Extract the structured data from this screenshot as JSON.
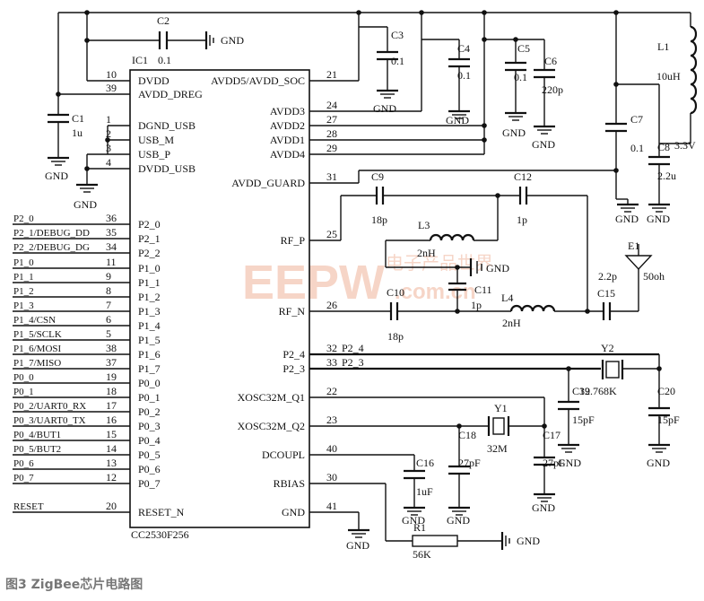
{
  "caption": "图3   ZigBee芯片电路图",
  "chip": {
    "ref": "IC1",
    "part": "CC2530F256",
    "left_pins": [
      {
        "num": "10",
        "name": "DVDD"
      },
      {
        "num": "39",
        "name": "AVDD_DREG"
      },
      {
        "num": "1",
        "name": "DGND_USB"
      },
      {
        "num": "2",
        "name": "USB_M"
      },
      {
        "num": "3",
        "name": "USB_P"
      },
      {
        "num": "4",
        "name": "DVDD_USB"
      },
      {
        "num": "36",
        "name": "P2_0",
        "net": "P2_0"
      },
      {
        "num": "35",
        "name": "P2_1",
        "net": "P2_1/DEBUG_DD"
      },
      {
        "num": "34",
        "name": "P2_2",
        "net": "P2_2/DEBUG_DG"
      },
      {
        "num": "11",
        "name": "P1_0",
        "net": "P1_0"
      },
      {
        "num": "9",
        "name": "P1_1",
        "net": "P1_1"
      },
      {
        "num": "8",
        "name": "P1_2",
        "net": "P1_2"
      },
      {
        "num": "7",
        "name": "P1_3",
        "net": "P1_3"
      },
      {
        "num": "6",
        "name": "P1_4",
        "net": "P1_4/CSN"
      },
      {
        "num": "5",
        "name": "P1_5",
        "net": "P1_5/SCLK"
      },
      {
        "num": "38",
        "name": "P1_6",
        "net": "P1_6/MOSI"
      },
      {
        "num": "37",
        "name": "P1_7",
        "net": "P1_7/MISO"
      },
      {
        "num": "19",
        "name": "P0_0",
        "net": "P0_0"
      },
      {
        "num": "18",
        "name": "P0_1",
        "net": "P0_1"
      },
      {
        "num": "17",
        "name": "P0_2",
        "net": "P0_2/UART0_RX"
      },
      {
        "num": "16",
        "name": "P0_3",
        "net": "P0_3/UART0_TX"
      },
      {
        "num": "15",
        "name": "P0_4",
        "net": "P0_4/BUT1"
      },
      {
        "num": "14",
        "name": "P0_5",
        "net": "P0_5/BUT2"
      },
      {
        "num": "13",
        "name": "P0_6",
        "net": "P0_6"
      },
      {
        "num": "12",
        "name": "P0_7",
        "net": "P0_7"
      },
      {
        "num": "20",
        "name": "RESET_N",
        "net": "RESET"
      }
    ],
    "right_pins": [
      {
        "num": "21",
        "name": "AVDD5/AVDD_SOC"
      },
      {
        "num": "24",
        "name": "AVDD3"
      },
      {
        "num": "27",
        "name": "AVDD2"
      },
      {
        "num": "28",
        "name": "AVDD1"
      },
      {
        "num": "29",
        "name": "AVDD4"
      },
      {
        "num": "31",
        "name": "AVDD_GUARD"
      },
      {
        "num": "25",
        "name": "RF_P"
      },
      {
        "num": "26",
        "name": "RF_N"
      },
      {
        "num": "32",
        "name": "P2_4",
        "net": "P2_4"
      },
      {
        "num": "33",
        "name": "P2_3",
        "net": "P2_3"
      },
      {
        "num": "22",
        "name": "XOSC32M_Q1"
      },
      {
        "num": "23",
        "name": "XOSC32M_Q2"
      },
      {
        "num": "40",
        "name": "DCOUPL"
      },
      {
        "num": "30",
        "name": "RBIAS"
      },
      {
        "num": "41",
        "name": "GND"
      }
    ]
  },
  "components": [
    {
      "ref": "C2",
      "value": "0.1"
    },
    {
      "ref": "C1",
      "value": "1u"
    },
    {
      "ref": "C3",
      "value": "0.1"
    },
    {
      "ref": "C4",
      "value": "0.1"
    },
    {
      "ref": "C5",
      "value": "0.1"
    },
    {
      "ref": "C6",
      "value": "220p"
    },
    {
      "ref": "L1",
      "value": "10uH"
    },
    {
      "ref": "C7",
      "value": "0.1"
    },
    {
      "ref": "C8",
      "value": "2.2u"
    },
    {
      "ref": "C9",
      "value": "18p"
    },
    {
      "ref": "C12",
      "value": "1p"
    },
    {
      "ref": "L3",
      "value": "2nH"
    },
    {
      "ref": "C11",
      "value": "1p"
    },
    {
      "ref": "C10",
      "value": "18p"
    },
    {
      "ref": "L4",
      "value": "2nH"
    },
    {
      "ref": "C15",
      "value": "2.2p"
    },
    {
      "ref": "E1",
      "value": "50oh"
    },
    {
      "ref": "Y2",
      "value": "32.768K"
    },
    {
      "ref": "C19",
      "value": "15pF"
    },
    {
      "ref": "C20",
      "value": "15pF"
    },
    {
      "ref": "Y1",
      "value": "32M"
    },
    {
      "ref": "C18",
      "value": "27pF"
    },
    {
      "ref": "C17",
      "value": "27pF"
    },
    {
      "ref": "C16",
      "value": "1uF"
    },
    {
      "ref": "R1",
      "value": "56K"
    }
  ],
  "labels": {
    "gnd": "GND",
    "supply": "3.3V"
  },
  "watermark": {
    "brand": "EEPW",
    "domain": ".com.cn",
    "cn": "电子产品世界"
  }
}
